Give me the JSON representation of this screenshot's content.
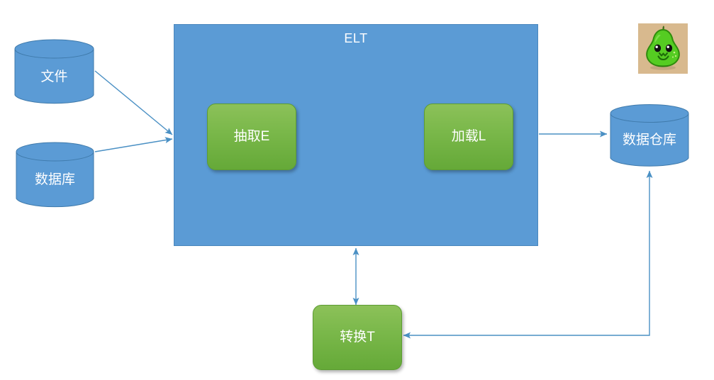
{
  "diagram": {
    "type": "data-pipeline-flow",
    "title": "ELT",
    "container": {
      "label": "ELT",
      "color": "#5b9bd5",
      "border_color": "#4a87bd",
      "text_color": "#ffffff"
    },
    "sources": [
      {
        "id": "file",
        "label": "文件",
        "shape": "cylinder",
        "color": "#5b9bd5"
      },
      {
        "id": "database",
        "label": "数据库",
        "shape": "cylinder",
        "color": "#5b9bd5"
      }
    ],
    "processes": [
      {
        "id": "extract",
        "label": "抽取E",
        "shape": "rounded-rect",
        "color": "#7ab84a"
      },
      {
        "id": "load",
        "label": "加载L",
        "shape": "rounded-rect",
        "color": "#7ab84a"
      },
      {
        "id": "transform",
        "label": "转换T",
        "shape": "rounded-rect",
        "color": "#7ab84a"
      }
    ],
    "targets": [
      {
        "id": "warehouse",
        "label": "数据仓库",
        "shape": "cylinder",
        "color": "#5b9bd5"
      }
    ],
    "connectors": [
      {
        "id": "file-to-elt",
        "from": "文件",
        "to": "ELT",
        "direction": "one-way"
      },
      {
        "id": "database-to-elt",
        "from": "数据库",
        "to": "ELT",
        "direction": "one-way"
      },
      {
        "id": "load-to-warehouse",
        "from": "加载L",
        "to": "数据仓库",
        "direction": "one-way"
      },
      {
        "id": "elt-to-transform",
        "from": "ELT",
        "to": "转换T",
        "direction": "two-way"
      },
      {
        "id": "warehouse-to-transform",
        "from": "数据仓库",
        "to": "转换T",
        "direction": "two-way"
      }
    ],
    "connector_color": "#4a90c4",
    "avatar": {
      "name": "pear-mascot",
      "background_color": "#d8b98e",
      "body_color": "#55cc22"
    }
  }
}
